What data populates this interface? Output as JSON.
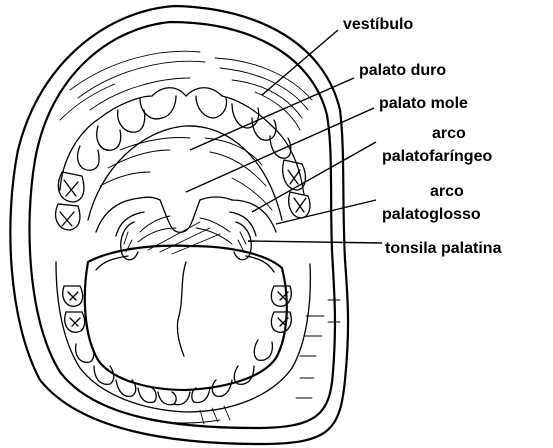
{
  "labels": {
    "vestibulo": "vestíbulo",
    "palato_duro": "palato duro",
    "palato_mole": "palato mole",
    "arco_palatofaringeo_1": "arco",
    "arco_palatofaringeo_2": "palatofaríngeo",
    "arco_palatoglosso_1": "arco",
    "arco_palatoglosso_2": "palatoglosso",
    "tonsila_palatina": "tonsila palatina"
  },
  "colors": {
    "ink": "#000000",
    "background": "#ffffff"
  }
}
